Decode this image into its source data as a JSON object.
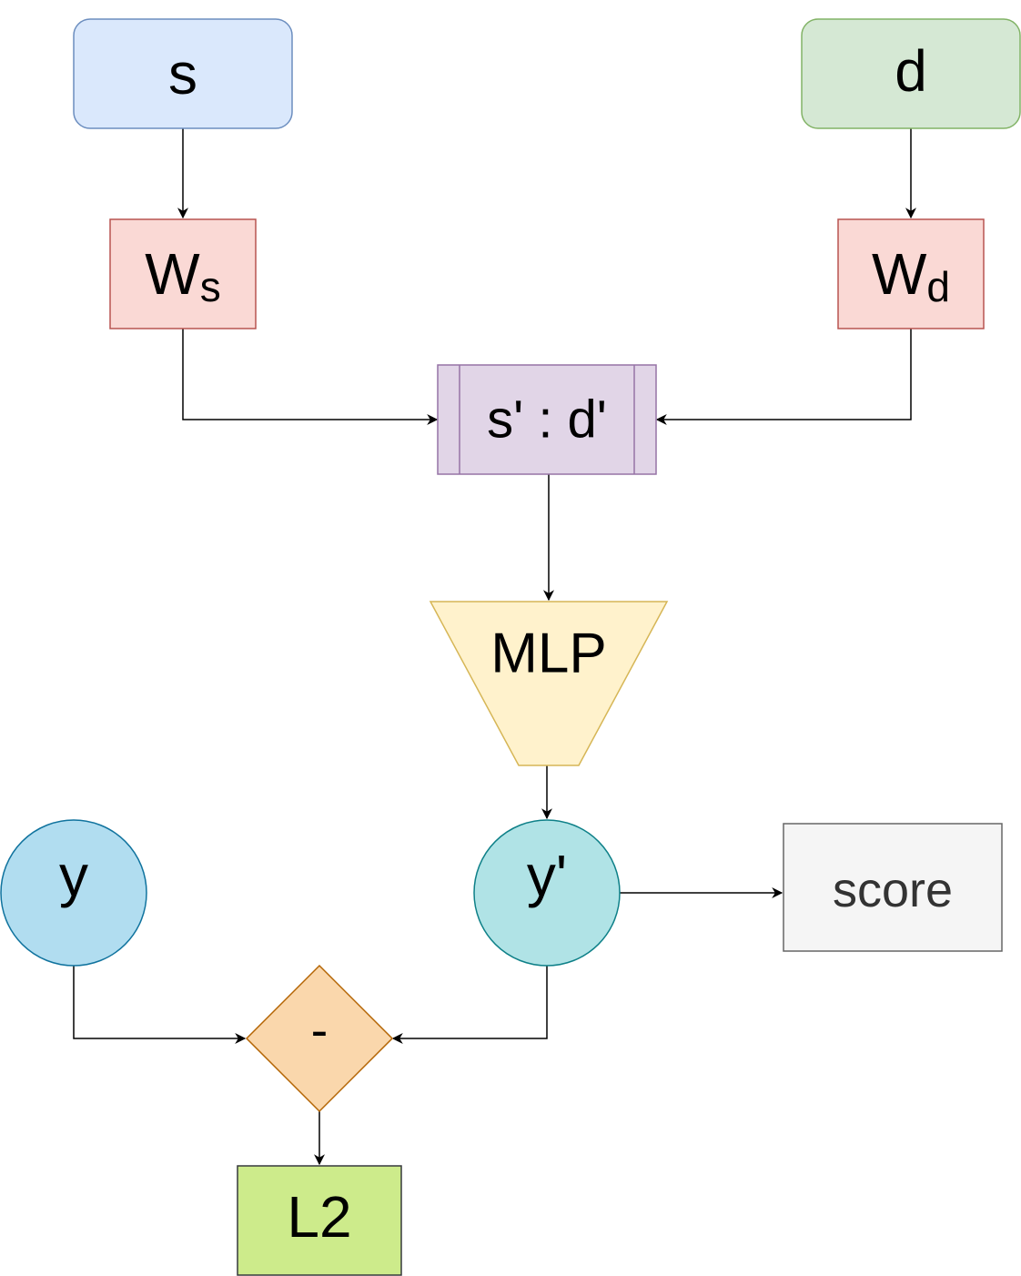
{
  "nodes": {
    "s": {
      "label": "s",
      "fill": "#dae8fc",
      "stroke": "#6c8ebf"
    },
    "d": {
      "label": "d",
      "fill": "#d5e8d4",
      "stroke": "#82b366"
    },
    "ws": {
      "base": "W",
      "sub": "s",
      "fill": "#fad9d5",
      "stroke": "#b85450"
    },
    "wd": {
      "base": "W",
      "sub": "d",
      "fill": "#fad9d5",
      "stroke": "#b85450"
    },
    "concat": {
      "label": "s' : d'",
      "fill": "#e1d5e7",
      "stroke": "#9673a6"
    },
    "mlp": {
      "label": "MLP",
      "fill": "#fff2cc",
      "stroke": "#d6b656"
    },
    "y": {
      "label": "y",
      "fill": "#b1ddf0",
      "stroke": "#10739e"
    },
    "y_pred": {
      "label": "y'",
      "fill": "#b0e3e6",
      "stroke": "#0e8088"
    },
    "score": {
      "label": "score",
      "fill": "#f5f5f5",
      "stroke": "#666666",
      "text_color": "#333333"
    },
    "minus": {
      "label": "-",
      "fill": "#fad7ac",
      "stroke": "#b46504"
    },
    "l2": {
      "label": "L2",
      "fill": "#cdeb8b",
      "stroke": "#36393d"
    }
  },
  "edges": [
    {
      "from": "s",
      "to": "ws"
    },
    {
      "from": "d",
      "to": "wd"
    },
    {
      "from": "ws",
      "to": "concat"
    },
    {
      "from": "wd",
      "to": "concat"
    },
    {
      "from": "concat",
      "to": "mlp"
    },
    {
      "from": "mlp",
      "to": "y_pred"
    },
    {
      "from": "y_pred",
      "to": "score"
    },
    {
      "from": "y",
      "to": "minus"
    },
    {
      "from": "y_pred",
      "to": "minus"
    },
    {
      "from": "minus",
      "to": "l2"
    }
  ],
  "edge_color": "#000000"
}
